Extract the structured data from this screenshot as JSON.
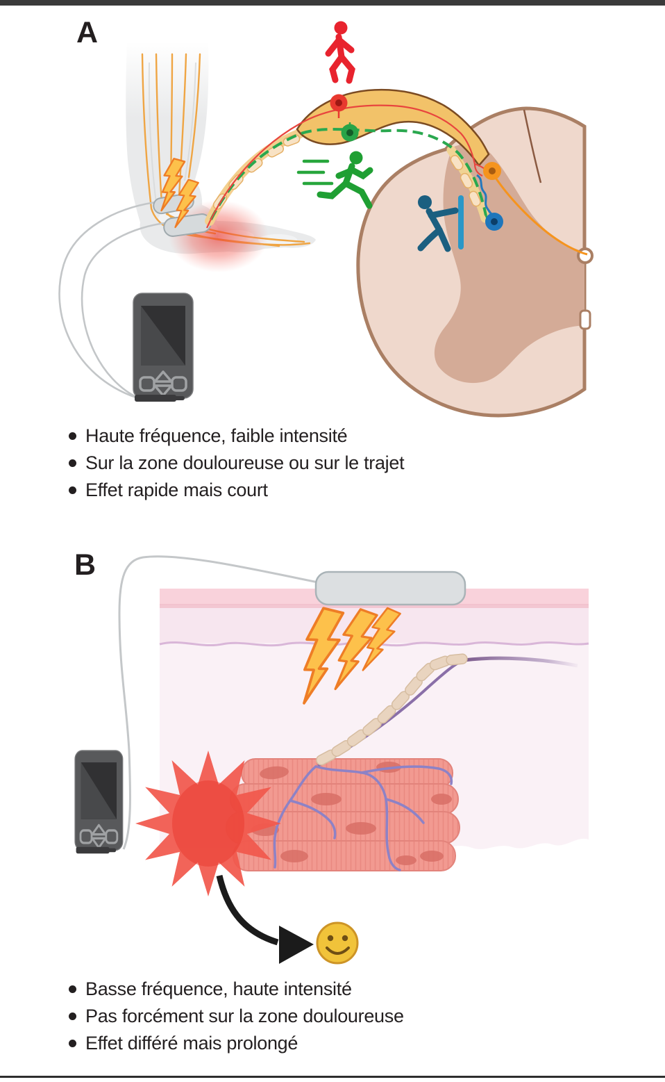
{
  "panels": {
    "a": {
      "label": "A",
      "bullets": [
        "Haute fréquence, faible intensité",
        "Sur la zone douloureuse ou sur le trajet",
        "Effet rapide mais court"
      ]
    },
    "b": {
      "label": "B",
      "bullets": [
        "Basse fréquence, haute intensité",
        "Pas forcément sur la zone douloureuse",
        "Effet différé mais prolongé"
      ]
    }
  },
  "icons": {
    "walking_person": "walking-person-icon",
    "running_person": "running-person-icon",
    "gate_control_person": "gate-control-person-icon",
    "lightning_bolt": "lightning-bolt-icon",
    "smiley_face": "smiley-face-icon",
    "tens_device": "tens-device",
    "electrode_pad": "electrode-pad"
  },
  "colors": {
    "red_person": "#e8232e",
    "green_person": "#1f9f33",
    "teal_person": "#1b5f80",
    "gate_bar": "#2a97c7",
    "ganglion_fill": "#f2c269",
    "ganglion_border": "#7b4b22",
    "nerve_red": "#e8453e",
    "nerve_green": "#2aa84f",
    "orange_neuron": "#f5941e",
    "blue_neuron": "#1e76bb",
    "cord_fill": "#efd8cc",
    "cord_border": "#aa7f64",
    "gray_matter": "#d4ab97",
    "bolt_fill": "#fdc14b",
    "bolt_stroke": "#ee7d26",
    "device_body": "#58595b",
    "pain_burst": "#f1584c",
    "smiley_fill": "#f1c33a",
    "muscle_fill": "#f29a91",
    "nerve_purple": "#8d82c6",
    "myelin": "#e9d4bf",
    "skin_top_band": "#f9d2db",
    "text": "#231f20"
  }
}
